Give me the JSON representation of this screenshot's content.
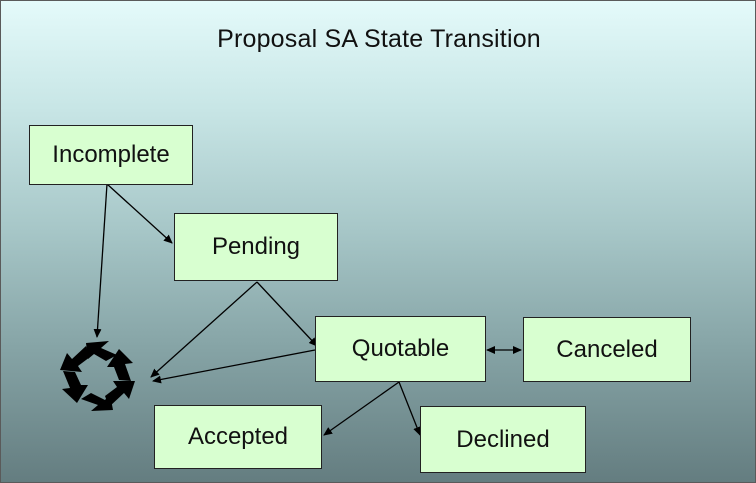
{
  "diagram": {
    "title": "Proposal SA State Transition",
    "states": {
      "incomplete": "Incomplete",
      "pending": "Pending",
      "quotable": "Quotable",
      "canceled": "Canceled",
      "accepted": "Accepted",
      "declined": "Declined"
    },
    "colors": {
      "state_fill": "#d8ffd0",
      "background_top": "#e4fafa",
      "background_bottom": "#647d80",
      "line": "#000000"
    },
    "icons": {
      "recycle": "recycle-icon"
    }
  }
}
